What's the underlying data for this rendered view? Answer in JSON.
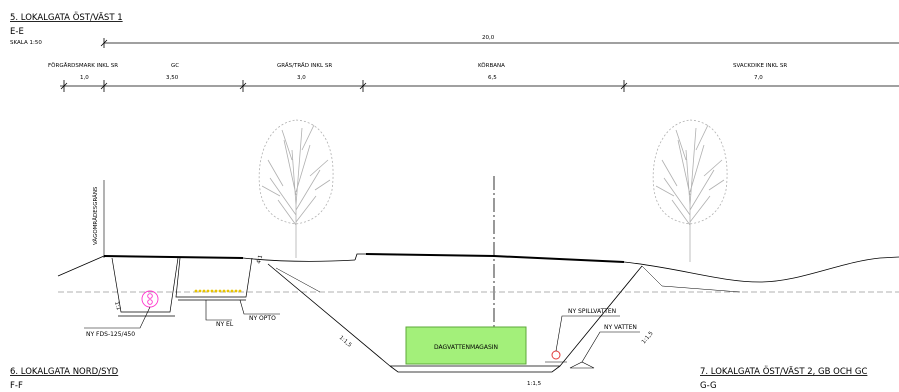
{
  "section_5": {
    "title": "5. LOKALGATA ÖST/VÄST 1",
    "code": "E-E",
    "scale": "SKALA 1:50"
  },
  "section_6": {
    "title": "6. LOKALGATA NORD/SYD",
    "code": "F-F"
  },
  "section_7": {
    "title": "7. LOKALGATA ÖST/VÄST 2, GB OCH GC",
    "code": "G-G"
  },
  "total_width": "20,0",
  "zones": [
    {
      "name": "FÖRGÅRDSMARK INKL SR",
      "width": "1,0"
    },
    {
      "name": "GC",
      "width": "3,50"
    },
    {
      "name": "GRÄS/TRÄD INKL SR",
      "width": "3,0"
    },
    {
      "name": "KÖRBANA",
      "width": "6,5"
    },
    {
      "name": "SVACKDIKE INKL SR",
      "width": "7,0"
    }
  ],
  "vertical_label": "VÄGOMRÅDESGRÄNS",
  "callouts": {
    "fds": "NY FDS-125/450",
    "el": "NY EL",
    "opto": "NY OPTO",
    "spill": "NY SPILLVATTEN",
    "vatten": "NY VATTEN",
    "magasin": "DAGVATTENMAGASIN"
  },
  "slopes": {
    "left_trench": "1:1",
    "right_trench": "4:1",
    "pit_left": "1:1,5",
    "pit_right": "1:1,5",
    "pit_bottom": "1:1,5"
  },
  "colors": {
    "line": "#000000",
    "tree": "#b0b0b0",
    "magasin_fill": "#a3f07a",
    "magasin_stroke": "#5ea83a",
    "pipe_pink": "#ff33cc",
    "cable_yellow": "#e8c400",
    "spill_red": "#e33b3b",
    "ground_dash": "#999999"
  }
}
